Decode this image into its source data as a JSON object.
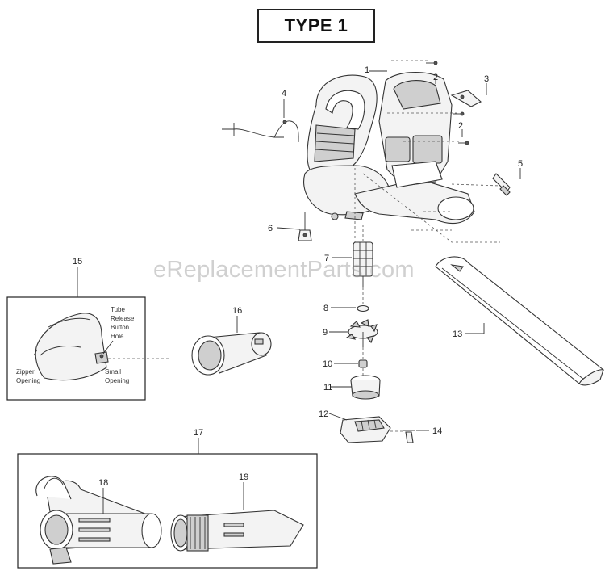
{
  "title": "TYPE 1",
  "watermark": "eReplacementParts.com",
  "callouts": [
    "1",
    "2",
    "3",
    "4",
    "5",
    "6",
    "7",
    "8",
    "9",
    "10",
    "11",
    "12",
    "13",
    "14",
    "15",
    "16",
    "17",
    "18",
    "19"
  ],
  "callout_2_second": "2",
  "inset_labels": {
    "tube_release_1": "Tube",
    "tube_release_2": "Release",
    "tube_release_3": "Button",
    "tube_release_4": "Hole",
    "zipper_1": "Zipper",
    "zipper_2": "Opening",
    "small_1": "Small",
    "small_2": "Opening"
  }
}
